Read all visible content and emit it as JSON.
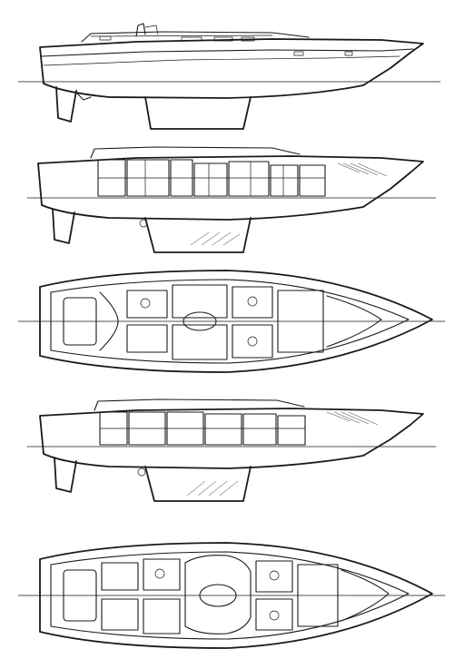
{
  "drawing": {
    "views": [
      {
        "id": "sail-profile",
        "kind": "hull-profile-exterior"
      },
      {
        "id": "inboard-profile-a",
        "kind": "hull-profile-interior"
      },
      {
        "id": "accommodation-plan-a",
        "kind": "deck-plan"
      },
      {
        "id": "inboard-profile-b",
        "kind": "hull-profile-interior"
      },
      {
        "id": "accommodation-plan-b",
        "kind": "deck-plan"
      }
    ]
  }
}
